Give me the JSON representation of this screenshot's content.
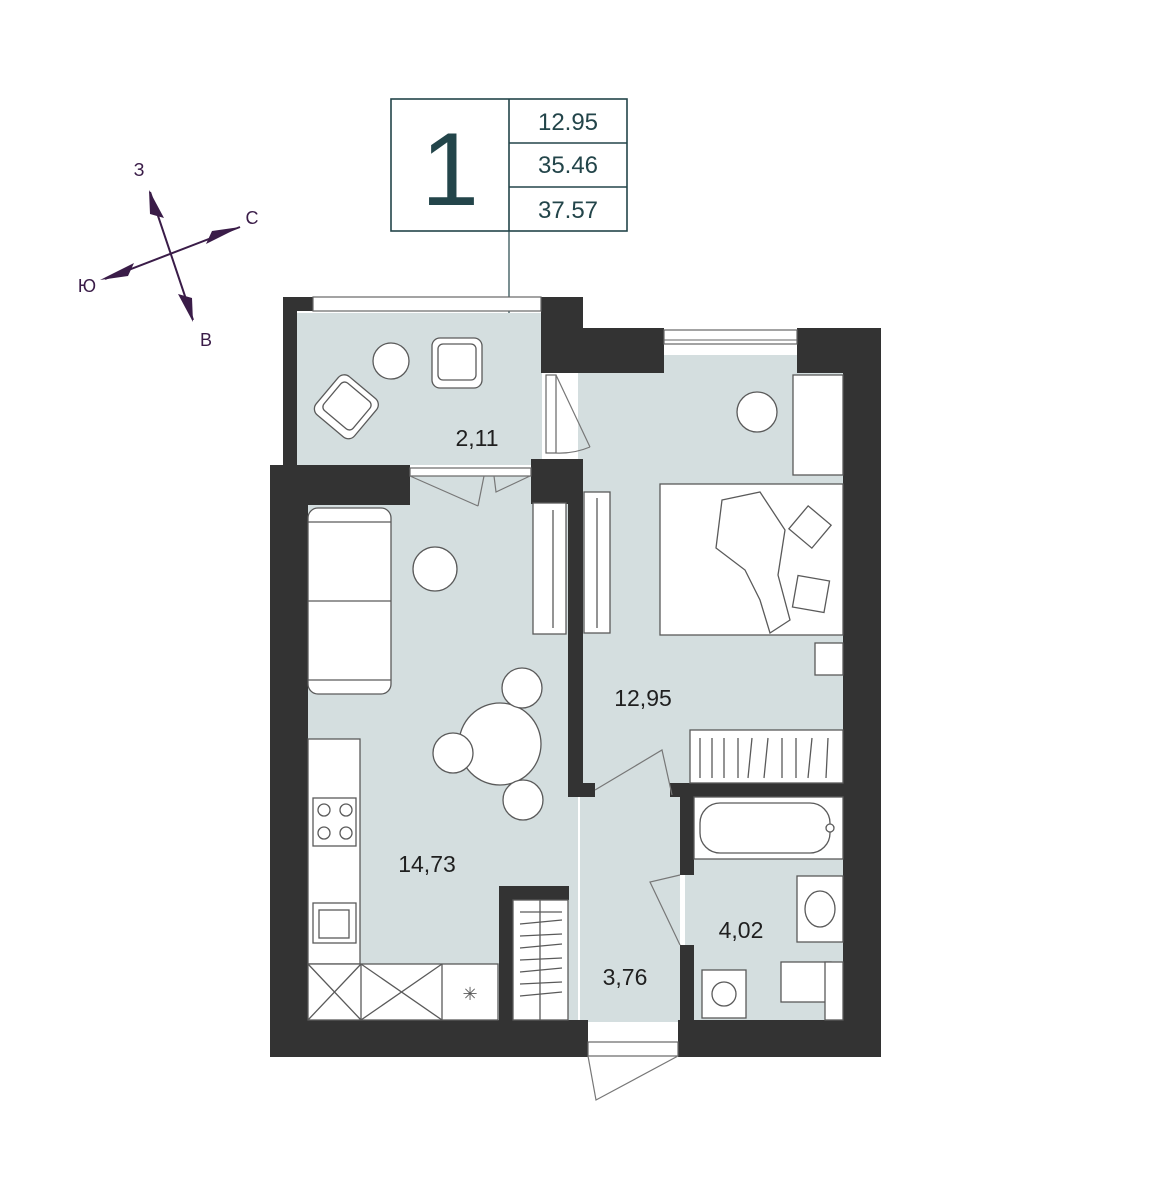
{
  "info_box": {
    "rooms_count": "1",
    "area_living": "12.95",
    "area_total": "35.46",
    "area_with_balcony": "37.57"
  },
  "compass": {
    "north": "С",
    "south": "Ю",
    "east": "В",
    "west": "З"
  },
  "rooms": {
    "balcony": "2,11",
    "bedroom": "12,95",
    "living_kitchen": "14,73",
    "hallway": "3,76",
    "bathroom": "4,02"
  },
  "colors": {
    "wall": "#333333",
    "floor": "#d4dedf",
    "accent": "#23454a",
    "compass": "#3a1c48"
  }
}
